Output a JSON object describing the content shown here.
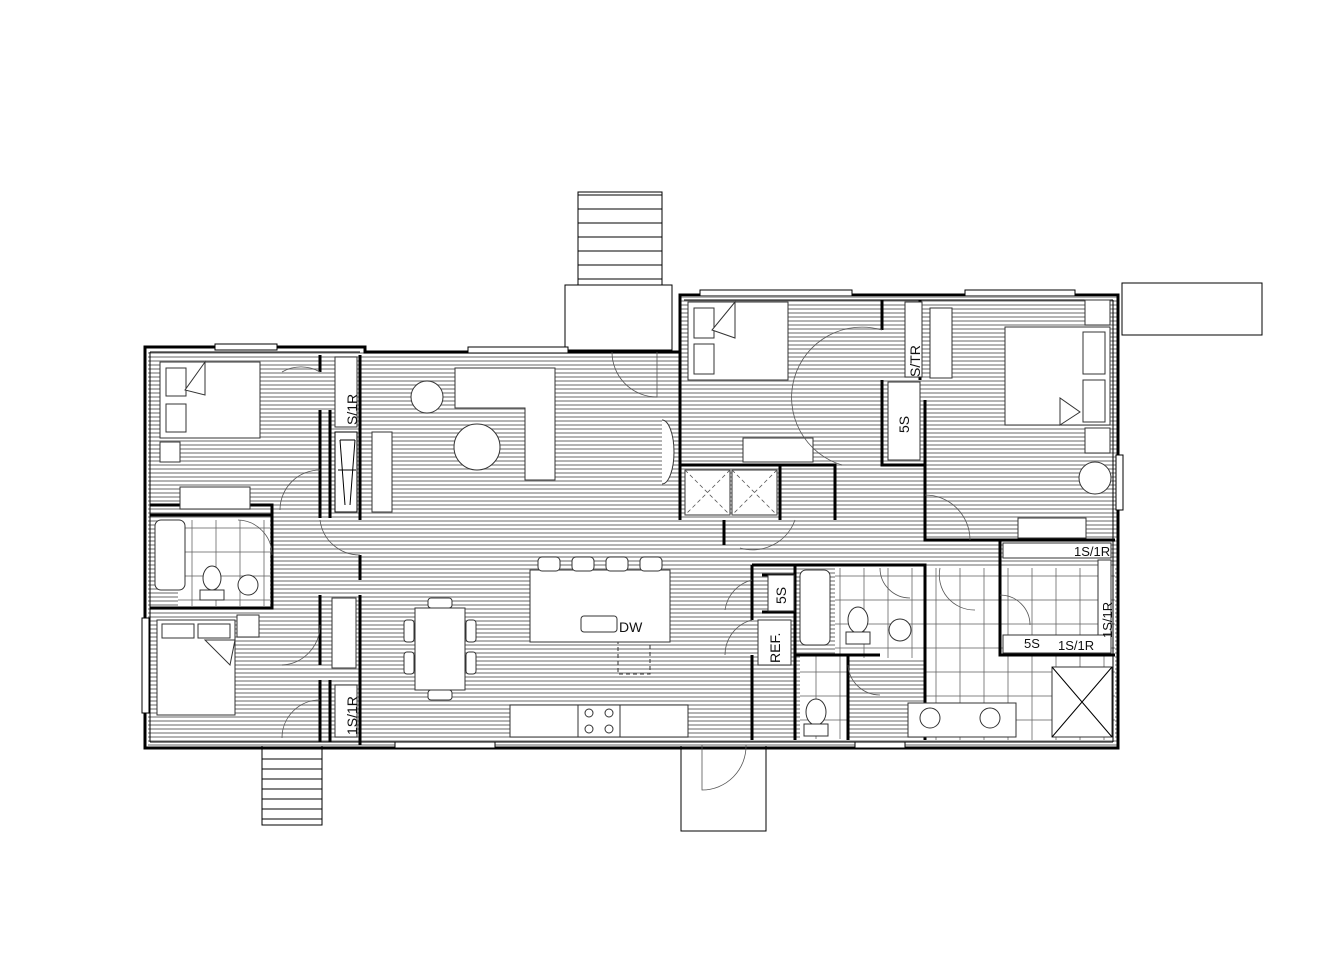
{
  "plan": {
    "labels": {
      "closet_top_left": "S/1R",
      "closet_bottom_left": "1S/1R",
      "closet_master_top": "S/TR",
      "closet_master_mid": "5S",
      "closet_hall": "5S",
      "fridge": "REF.",
      "dishwasher": "DW",
      "walkin_top": "1S/1R",
      "walkin_side": "1S/1R",
      "walkin_bottom_shelf": "5S",
      "walkin_bottom_rod": "1S/1R"
    },
    "colors": {
      "walls": "#000000",
      "floor_hatch": "#8a8a8a",
      "background": "#ffffff"
    }
  }
}
